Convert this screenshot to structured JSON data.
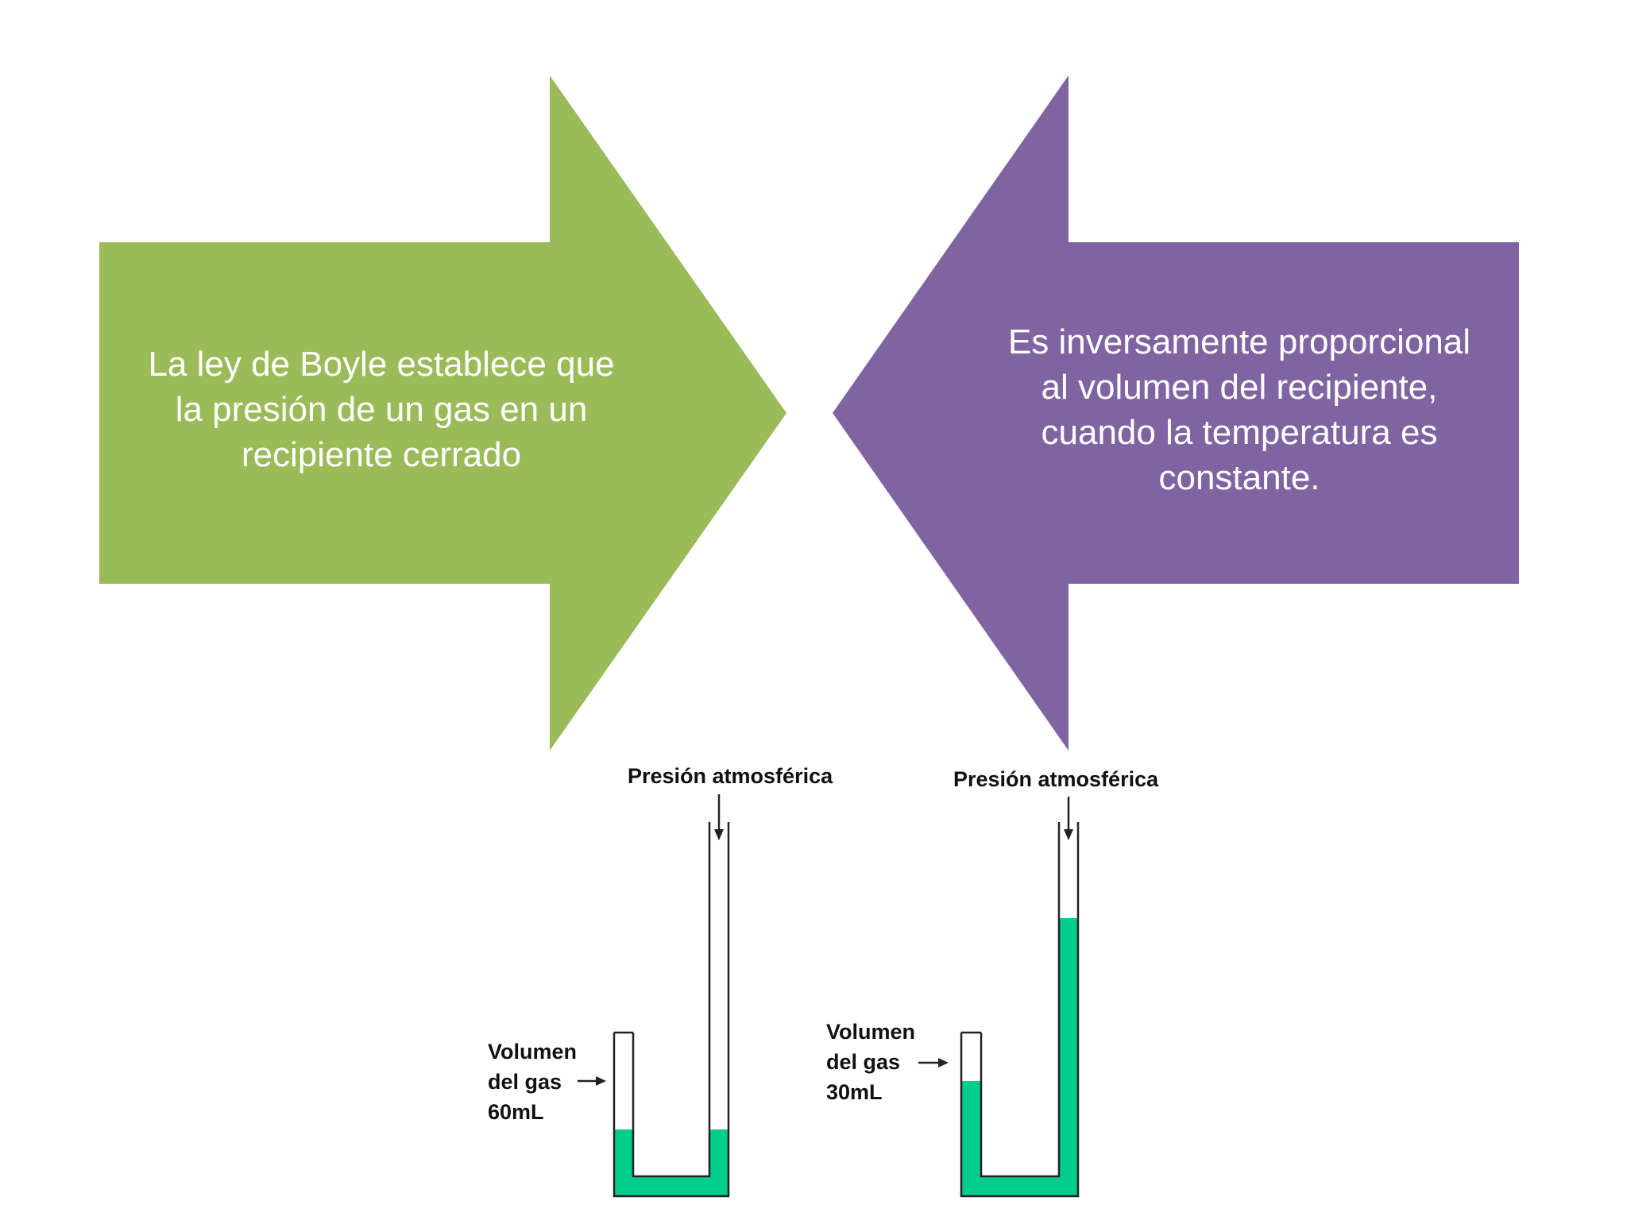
{
  "colors": {
    "left_arrow": "#9BBB59",
    "right_arrow": "#8064A2",
    "arrow_text": "#FFFFFF",
    "liquid": "#00CC8C",
    "tube_outline": "#222222",
    "label_text": "#111111"
  },
  "left_arrow": {
    "lines": [
      "La ley de Boyle establece que",
      "la presión de un gas en un",
      "recipiente cerrado"
    ]
  },
  "right_arrow": {
    "lines": [
      "Es inversamente proporcional",
      "al volumen del recipiente,",
      "cuando la temperatura es",
      "constante."
    ]
  },
  "manometers": [
    {
      "top_label": "Presión atmosférica",
      "gas_label_lines": [
        "Volumen",
        "del gas",
        "60mL"
      ],
      "volume_ml": 60
    },
    {
      "top_label": "Presión atmosférica",
      "gas_label_lines": [
        "Volumen",
        "del gas",
        "30mL"
      ],
      "volume_ml": 30
    }
  ]
}
